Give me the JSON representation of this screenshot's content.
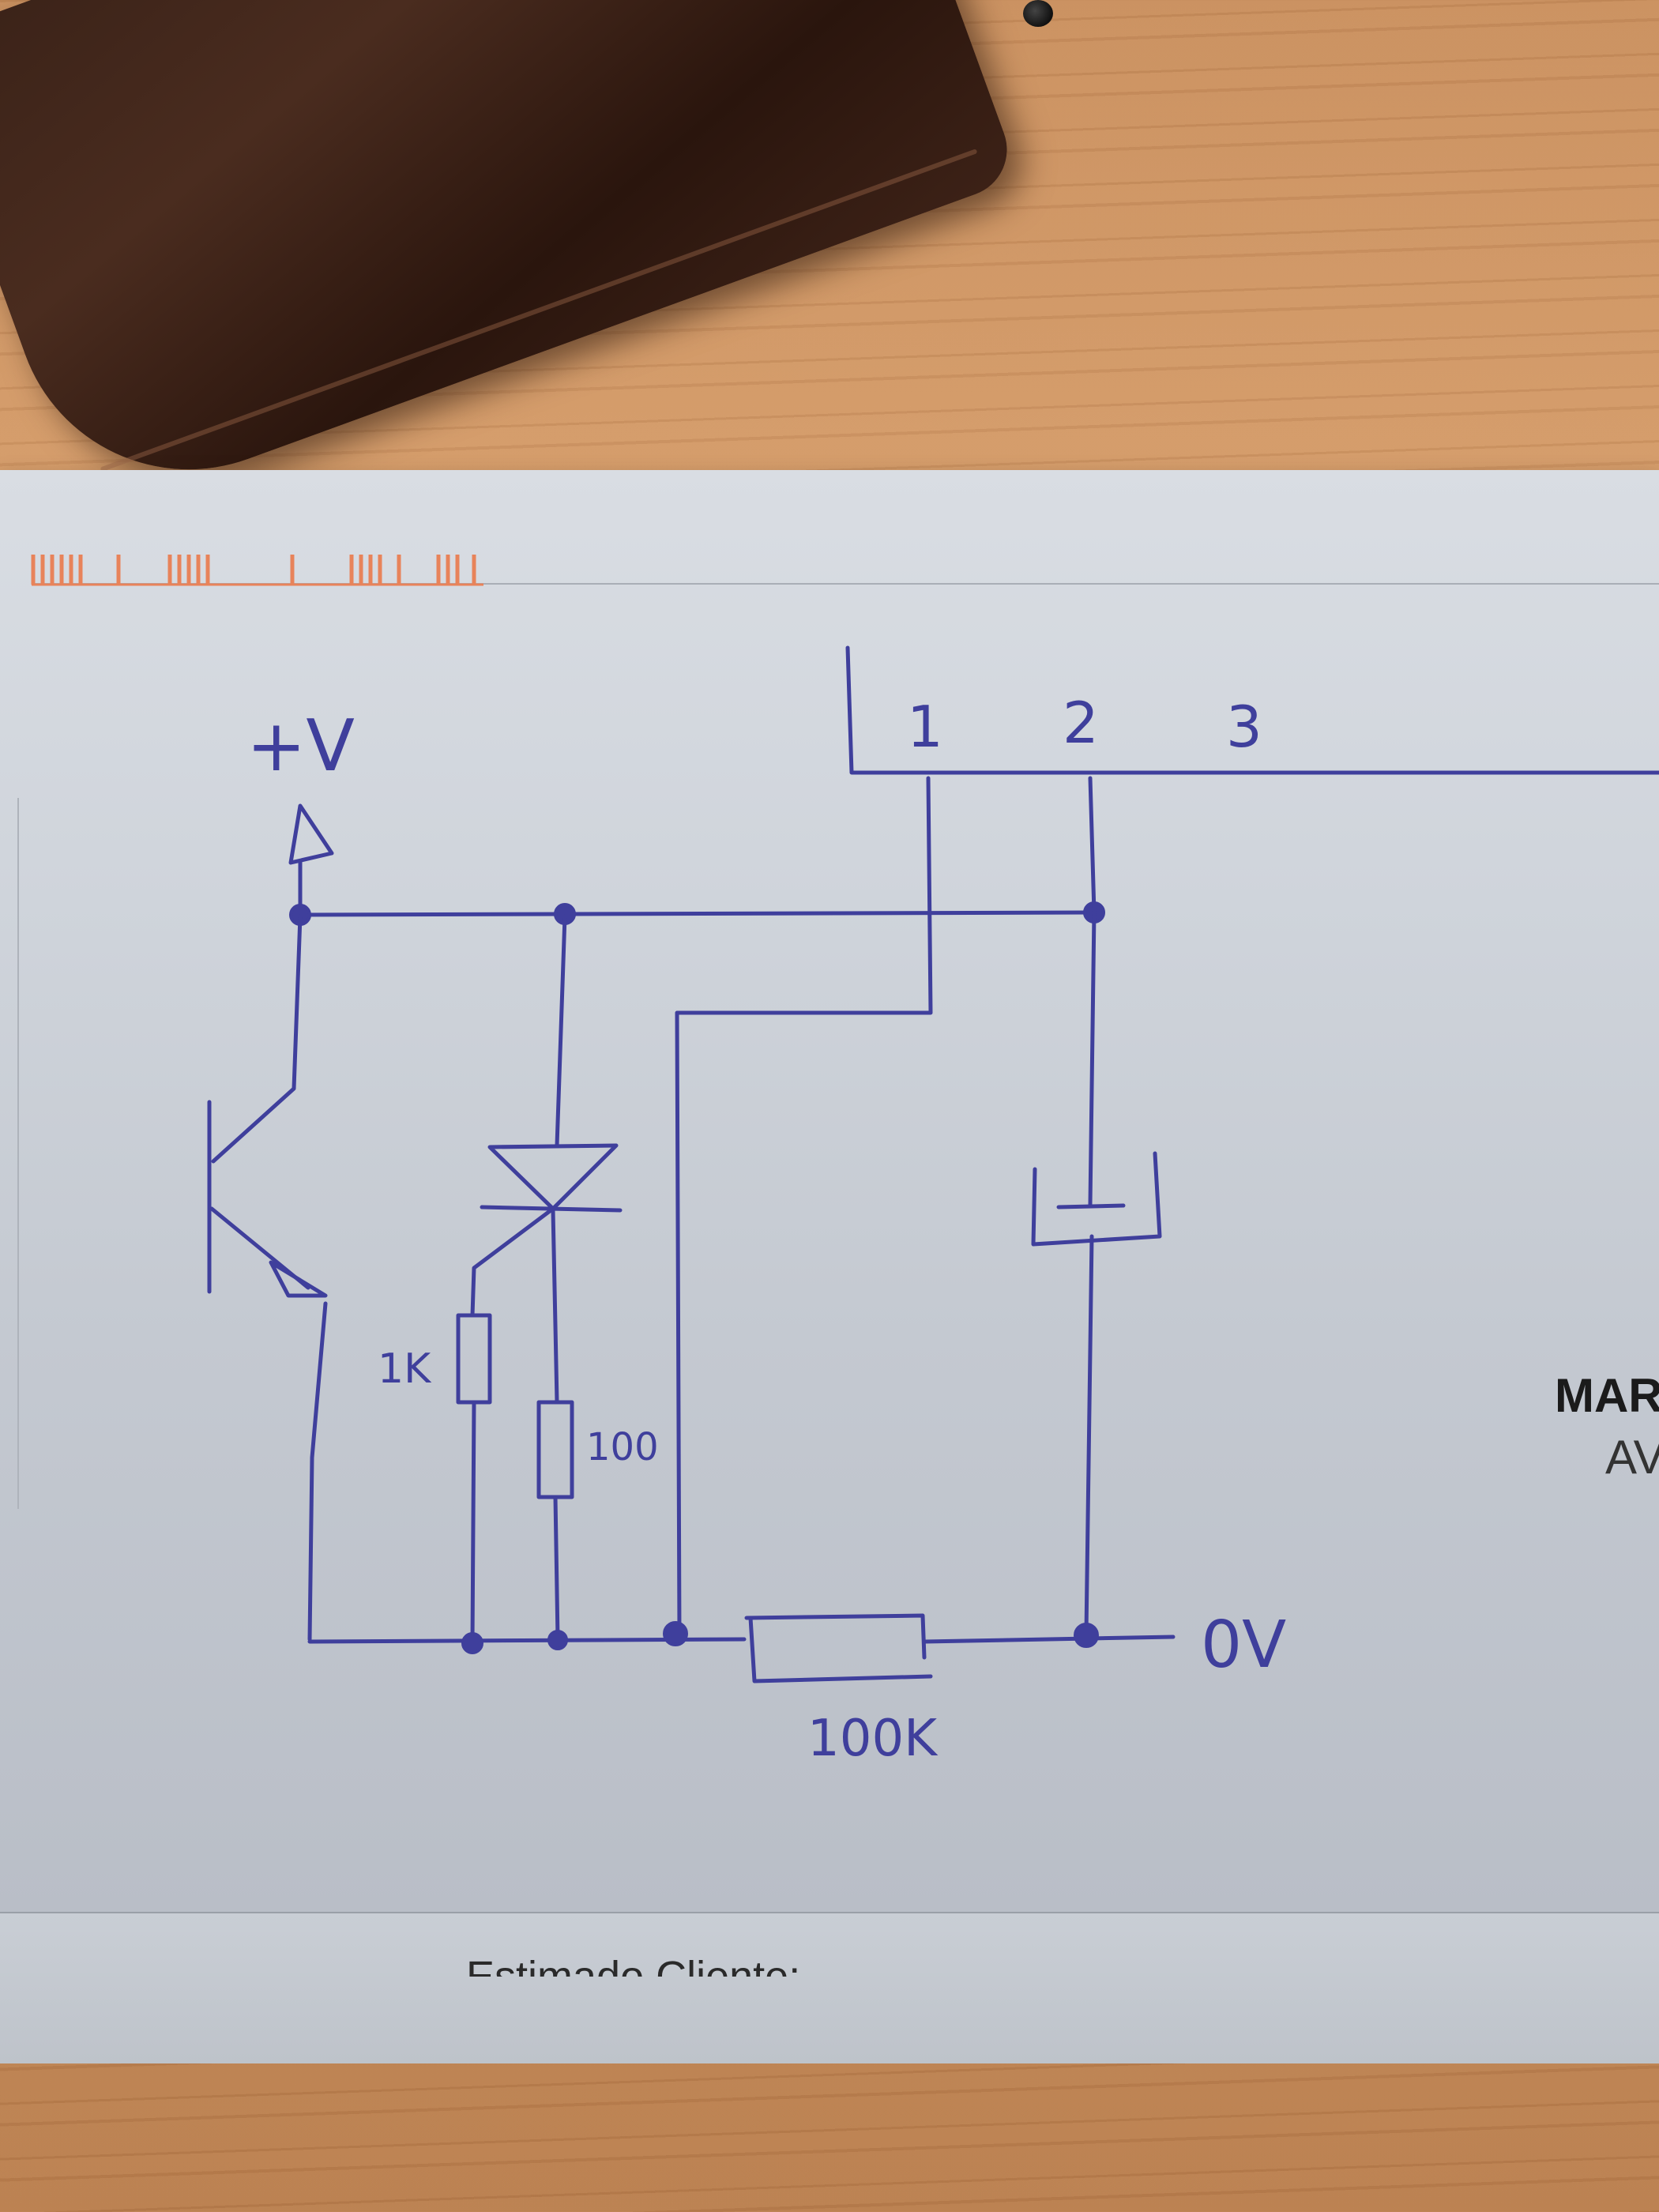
{
  "scene": {
    "subject": "hand-drawn-circuit-schematic",
    "ink_color": "#3f3f9c",
    "paper_color": "#d4d8de",
    "table_color": "#c98f5e",
    "wallet_color": "#3a2218"
  },
  "schematic": {
    "supply_label": "+V",
    "ground_label": "0V",
    "connector_pins": [
      "1",
      "2",
      "3"
    ],
    "resistor_1k_label": "1K",
    "resistor_100_label": "100",
    "resistor_100k_label": "100K"
  },
  "paper": {
    "brand_text": "MAR",
    "address_text": "AV",
    "greeting_text": "Estimado Cliente:"
  }
}
